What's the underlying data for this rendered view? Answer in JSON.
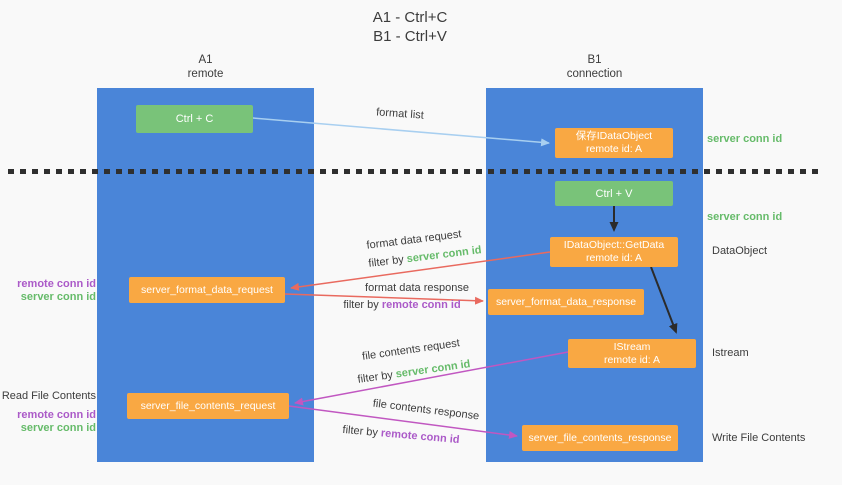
{
  "title": {
    "line1": "A1 - Ctrl+C",
    "line2": "B1 - Ctrl+V"
  },
  "columns": {
    "a1": {
      "name": "A1",
      "subtitle": "remote"
    },
    "b1": {
      "name": "B1",
      "subtitle": "connection"
    }
  },
  "boxes": {
    "ctrl_c": "Ctrl + C",
    "ctrl_v": "Ctrl + V",
    "save_idataobject": {
      "line1": "保存IDataObject",
      "line2": "remote id: A"
    },
    "getdata": {
      "line1": "IDataObject::GetData",
      "line2": "remote id: A"
    },
    "istream": {
      "line1": "IStream",
      "line2": "remote id: A"
    },
    "format_request": "server_format_data_request",
    "format_response": "server_format_data_response",
    "file_request": "server_file_contents_request",
    "file_response": "server_file_contents_response"
  },
  "labels": {
    "format_list": "format list",
    "format_data_request": "format data request",
    "format_data_response": "format data response",
    "file_contents_request": "file contents request",
    "file_contents_response": "file contents response",
    "filter_by": "filter by ",
    "server_conn_id": "server conn id",
    "remote_conn_id": "remote conn id",
    "dataobject": "DataObject",
    "istream": "Istream",
    "read_file_contents": "Read File Contents",
    "write_file_contents": "Write File Contents"
  },
  "colors": {
    "background": "#f9f9f9",
    "column_blue": "#4a85d8",
    "box_green": "#79c379",
    "box_orange": "#f9a843",
    "arrow_light_blue": "#a8cff0",
    "arrow_red": "#e96a5f",
    "arrow_magenta": "#c157c1",
    "arrow_black": "#2b2b2b",
    "text_green": "#66bb6a",
    "text_purple": "#ab5ac8",
    "text_dark": "#3c3c3c"
  }
}
